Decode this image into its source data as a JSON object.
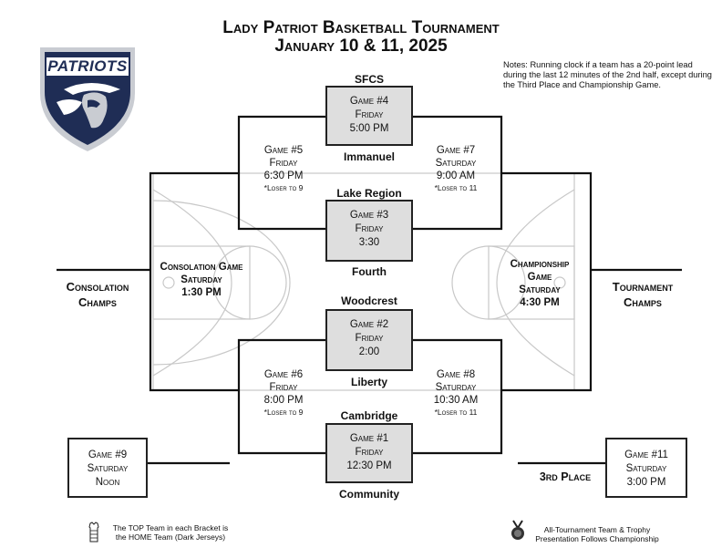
{
  "header": {
    "title_line1": "Lady Patriot Basketball Tournament",
    "title_line2": "January 10 & 11, 2025"
  },
  "logo": {
    "text": "PATRIOTS",
    "icon": "patriot-shield-logo",
    "colors": {
      "navy": "#1f2d55",
      "silver": "#c9ccd2"
    }
  },
  "notes": "Notes: Running clock if a team has a 20-point lead during the last 12 minutes of the 2nd half, except during the Third Place and Championship Game.",
  "teams": {
    "sfcs": "SFCS",
    "immanuel": "Immanuel",
    "lake_region": "Lake Region",
    "fourth": "Fourth",
    "woodcrest": "Woodcrest",
    "liberty": "Liberty",
    "cambridge": "Cambridge",
    "community": "Community"
  },
  "games": {
    "g4": {
      "name": "Game #4",
      "day": "Friday",
      "time": "5:00 PM"
    },
    "g3": {
      "name": "Game #3",
      "day": "Friday",
      "time": "3:30"
    },
    "g2": {
      "name": "Game #2",
      "day": "Friday",
      "time": "2:00"
    },
    "g1": {
      "name": "Game #1",
      "day": "Friday",
      "time": "12:30 PM"
    },
    "g5": {
      "name": "Game #5",
      "day": "Friday",
      "time": "6:30 PM",
      "note": "*Loser to 9"
    },
    "g6": {
      "name": "Game #6",
      "day": "Friday",
      "time": "8:00 PM",
      "note": "*Loser to 9"
    },
    "g7": {
      "name": "Game #7",
      "day": "Saturday",
      "time": "9:00 AM",
      "note": "*Loser to 11"
    },
    "g8": {
      "name": "Game #8",
      "day": "Saturday",
      "time": "10:30 AM",
      "note": "*Loser to 11"
    },
    "consolation": {
      "name": "Consolation Game",
      "day": "Saturday",
      "time": "1:30 PM"
    },
    "championship": {
      "name1": "Championship",
      "name2": "Game",
      "day": "Saturday",
      "time": "4:30 PM"
    },
    "g9": {
      "name": "Game #9",
      "day": "Saturday",
      "time": "Noon"
    },
    "g11": {
      "name": "Game #11",
      "day": "Saturday",
      "time": "3:00 PM"
    }
  },
  "results": {
    "consolation_champs_1": "Consolation",
    "consolation_champs_2": "Champs",
    "tournament_champs_1": "Tournament",
    "tournament_champs_2": "Champs",
    "third_place": "3rd Place"
  },
  "footer": {
    "home_team_line1": "The TOP Team in each Bracket is",
    "home_team_line2": "the HOME Team (Dark Jerseys)",
    "home_icon": "jersey-icon",
    "trophy_line1": "All-Tournament Team & Trophy",
    "trophy_line2": "Presentation Follows Championship",
    "trophy_icon": "medal-icon"
  }
}
